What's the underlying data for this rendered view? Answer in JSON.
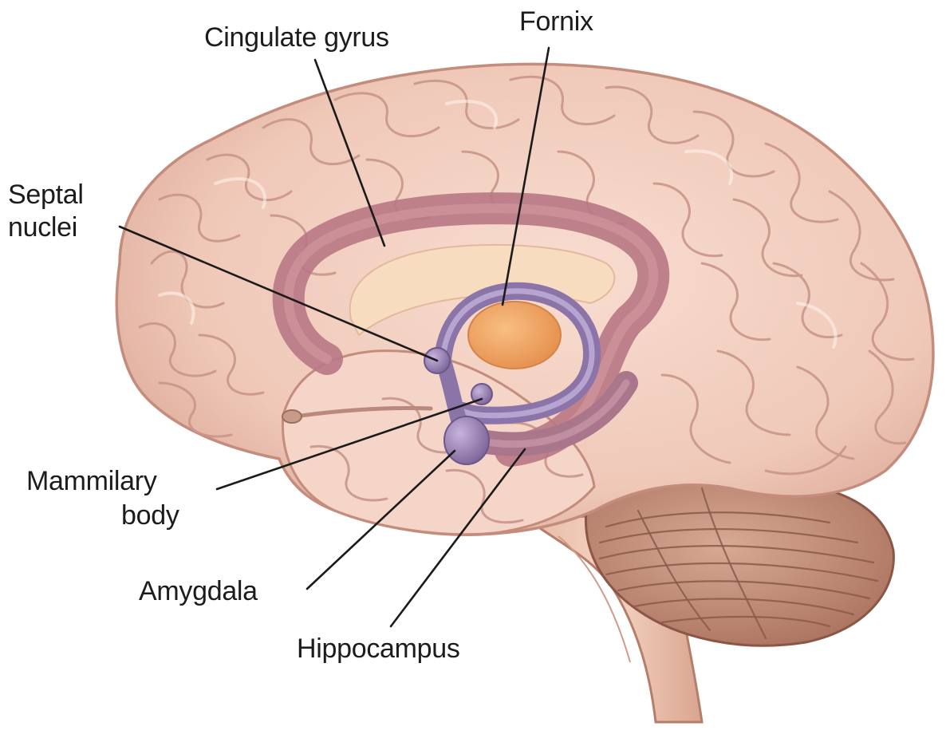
{
  "labels": {
    "cingulate_gyrus": "Cingulate gyrus",
    "fornix": "Fornix",
    "septal_nuclei_line1": "Septal",
    "septal_nuclei_line2": "nuclei",
    "mammillary_body_line1": "Mammilary",
    "mammillary_body_line2": "body",
    "amygdala": "Amygdala",
    "hippocampus": "Hippocampus"
  },
  "colors": {
    "cortex": "#f0cdbf",
    "cortex_outline": "#c48c7c",
    "cingulate": "#b87884",
    "limbic_structures": "#9c86b4",
    "thalamus": "#f0a463",
    "cerebellum": "#c48f7a",
    "brainstem": "#ecc4b1",
    "label_text": "#1c1c1c"
  }
}
